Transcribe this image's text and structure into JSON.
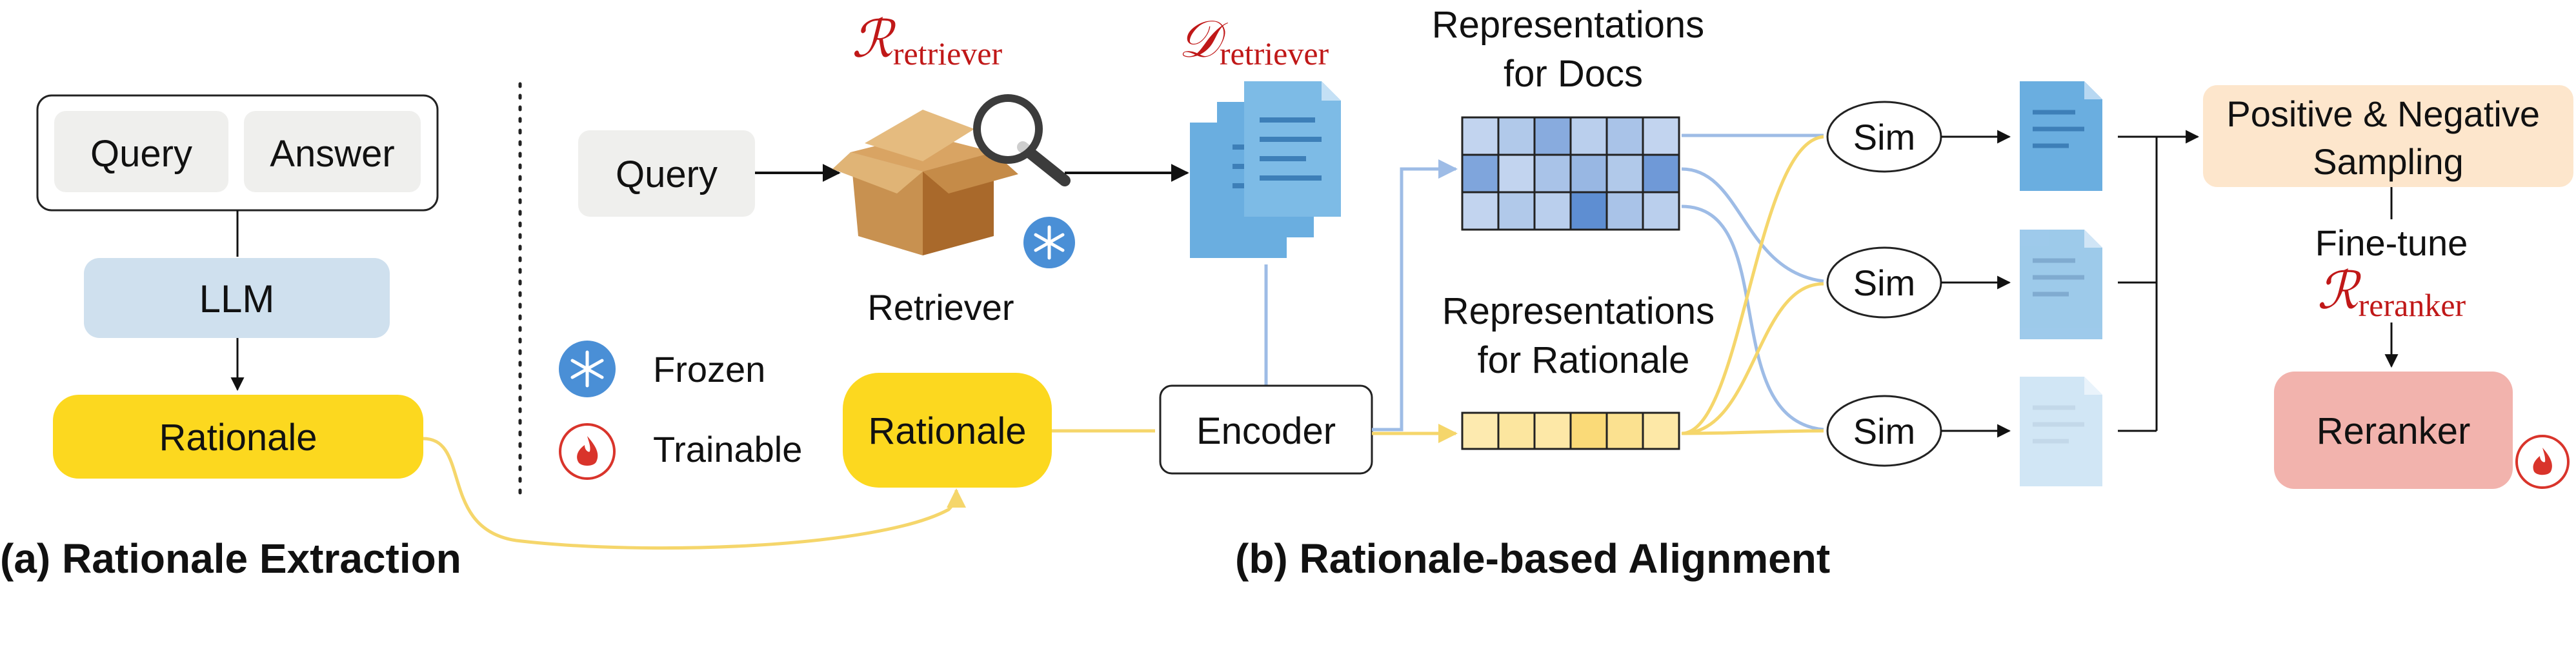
{
  "colors": {
    "yellow": "#fcd81f",
    "yellow_arrow": "#f5d66b",
    "blue_arrow": "#9ebce6",
    "grey_box": "#efefed",
    "llm_box": "#cfe0ee",
    "sampling_box": "#fde6cc",
    "reranker_box": "#f2b3ad",
    "math_red": "#c01818",
    "doc_blue": "#6aaee0"
  },
  "part_a": {
    "query": "Query",
    "answer": "Answer",
    "llm": "LLM",
    "rationale": "Rationale",
    "caption": "(a) Rationale Extraction"
  },
  "part_b": {
    "query": "Query",
    "retriever_symbol": "ℛ",
    "retriever_sub": "retriever",
    "docs_symbol": "𝒟",
    "docs_sub": "retriever",
    "retriever_label": "Retriever",
    "legend": {
      "frozen": "Frozen",
      "trainable": "Trainable",
      "frozen_icon": "snowflake-icon",
      "trainable_icon": "flame-icon"
    },
    "rationale": "Rationale",
    "encoder": "Encoder",
    "rep_docs": [
      "Representations",
      "for Docs"
    ],
    "rep_rationale": [
      "Representations",
      "for Rationale"
    ],
    "sim": [
      "Sim",
      "Sim",
      "Sim"
    ],
    "sampling": [
      "Positive & Negative",
      "Sampling"
    ],
    "finetune": "Fine-tune",
    "reranker_symbol": "ℛ",
    "reranker_sub": "reranker",
    "reranker": "Reranker",
    "caption": "(b) Rationale-based Alignment"
  },
  "doc_grid": {
    "rows": 3,
    "cols": 6,
    "levels": [
      [
        0.2,
        0.3,
        0.55,
        0.25,
        0.35,
        0.2
      ],
      [
        0.6,
        0.2,
        0.35,
        0.45,
        0.3,
        0.7
      ],
      [
        0.2,
        0.3,
        0.25,
        0.8,
        0.35,
        0.25
      ]
    ]
  },
  "rationale_grid": {
    "cols": 6,
    "levels": [
      0.25,
      0.35,
      0.3,
      0.6,
      0.45,
      0.3
    ]
  },
  "output_docs_opacity": [
    1.0,
    0.65,
    0.3
  ]
}
